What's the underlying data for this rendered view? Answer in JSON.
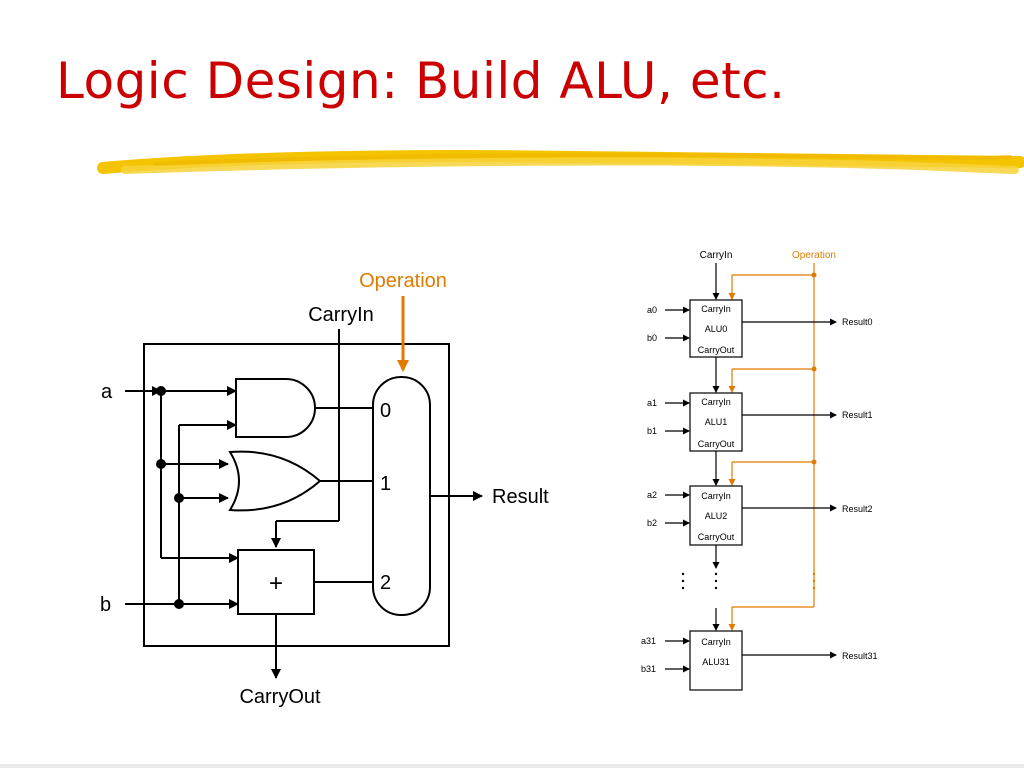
{
  "slide": {
    "title": "Logic Design: Build ALU, etc."
  },
  "colors": {
    "title": "#cc0000",
    "operation": "#e07b00",
    "highlight": "#f5c400",
    "line": "#000000"
  },
  "single_bit_alu": {
    "operation_label": "Operation",
    "carry_in_label": "CarryIn",
    "input_a_label": "a",
    "input_b_label": "b",
    "adder_symbol": "+",
    "mux_inputs": [
      "0",
      "1",
      "2"
    ],
    "result_label": "Result",
    "carry_out_label": "CarryOut"
  },
  "ripple_carry_alu": {
    "carry_in_label": "CarryIn",
    "operation_label": "Operation",
    "stages": [
      {
        "a": "a0",
        "b": "b0",
        "carry_in": "CarryIn",
        "name": "ALU0",
        "carry_out": "CarryOut",
        "result": "Result0"
      },
      {
        "a": "a1",
        "b": "b1",
        "carry_in": "CarryIn",
        "name": "ALU1",
        "carry_out": "CarryOut",
        "result": "Result1"
      },
      {
        "a": "a2",
        "b": "b2",
        "carry_in": "CarryIn",
        "name": "ALU2",
        "carry_out": "CarryOut",
        "result": "Result2"
      },
      {
        "a": "a31",
        "b": "b31",
        "carry_in": "CarryIn",
        "name": "ALU31",
        "result": "Result31"
      }
    ]
  }
}
